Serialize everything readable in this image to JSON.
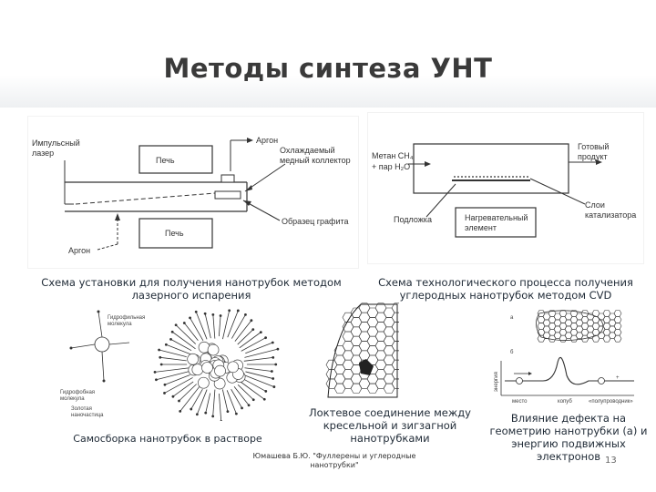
{
  "slide": {
    "title": "Методы синтеза УНТ",
    "page_number": "13"
  },
  "laser_diagram": {
    "labels": {
      "pulsed_laser": "Импульсный лазер",
      "argon_top": "Аргон",
      "furnace_top": "Печь",
      "cooled_collector": "Охлаждаемый медный коллектор",
      "graphite_sample": "Образец графита",
      "furnace_bottom": "Печь",
      "argon_bottom": "Аргон"
    },
    "caption": "Схема установки для получения нанотрубок методом лазерного испарения"
  },
  "cvd_diagram": {
    "labels": {
      "methane": "Метан CH₄",
      "water_vapor": "+ пар H₂O",
      "substrate": "Подложка",
      "heating_element": "Нагревательный элемент",
      "finished_product": "Готовый продукт",
      "catalyst_layers": "Слои катализатора"
    },
    "caption": "Схема технологического процесса получения углеродных нанотрубок методом CVD"
  },
  "self_assembly": {
    "labels": {
      "hydrophilic": "Гидрофильная молекула",
      "hydrophobic": "Гидрофобная молекула",
      "gold_nanoparticle": "Золотая наночастица"
    },
    "caption": "Самосборка нанотрубок в растворе"
  },
  "elbow_joint": {
    "caption": "Локтевое соединение между кресельной и зигзагной нанотрубками"
  },
  "defect_influence": {
    "labels": {
      "a": "a",
      "b": "б",
      "energy_axis": "энергия",
      "ground": "место",
      "transition": "копуб",
      "hopping": "«полупроводник»"
    },
    "caption": "Влияние дефекта на геометрию нанотрубки (а) и энергию подвижных электронов"
  },
  "footnote": "Юмашева Б.Ю. \"Фуллерены и углеродные нанотрубки\"",
  "colors": {
    "title": "#3a3a3a",
    "caption": "#1f2a36",
    "line": "#333333"
  }
}
